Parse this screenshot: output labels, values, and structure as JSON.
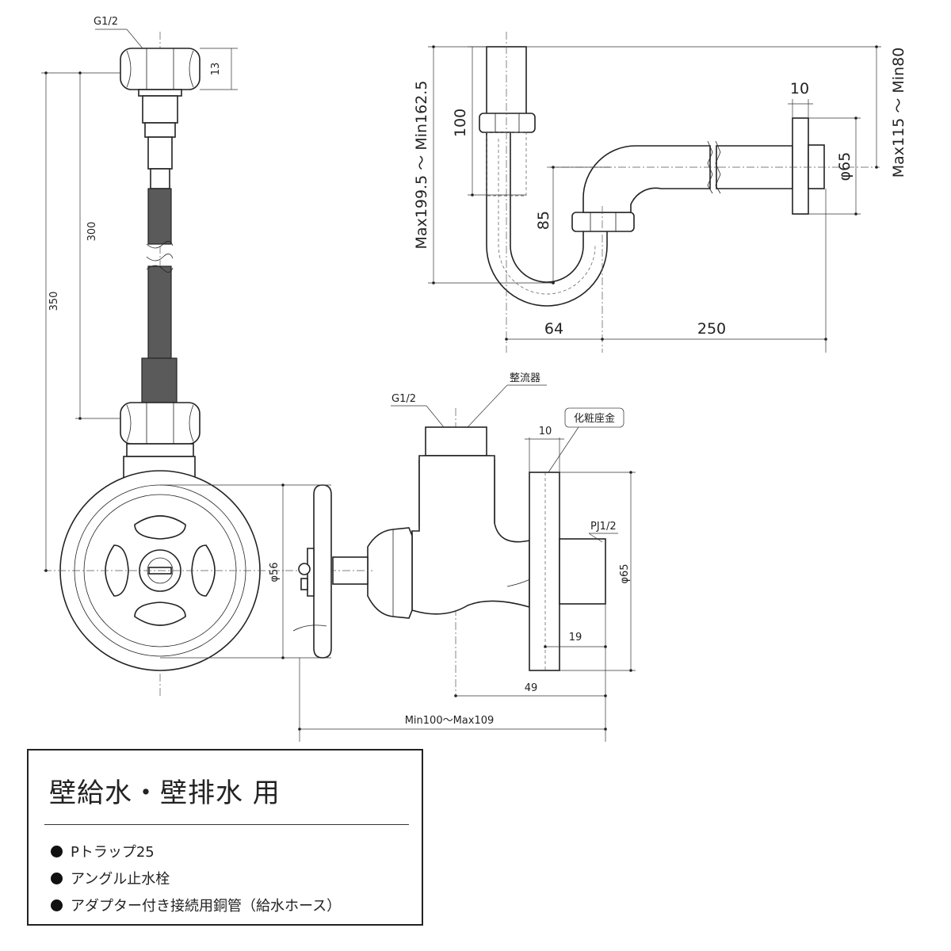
{
  "legend": {
    "title": "壁給水・壁排水 用",
    "items": [
      {
        "label": "Pトラップ25"
      },
      {
        "label": "アングル止水栓"
      },
      {
        "label": "アダプター付き接続用銅管（給水ホース）"
      }
    ]
  },
  "supply_view": {
    "thread_label": "G1/2",
    "nut_height": "13",
    "hose_length": "300",
    "total_length": "350"
  },
  "trap_view": {
    "overall_height": "Max199.5 ～ Min162.5",
    "pipe_length": "100",
    "trap_depth": "85",
    "flange_thickness": "10",
    "flange_dia": "φ65",
    "wall_height": "Max115 ～ Min80",
    "width_a": "64",
    "width_b": "250"
  },
  "valve_view": {
    "inlet_thread": "G1/2",
    "aerator_tag": "整流器",
    "escutcheon_tag": "化粧座金",
    "escutcheon_thickness": "10",
    "outlet_thread": "PJ1/2",
    "handle_dia": "φ56",
    "escutcheon_dia": "φ65",
    "depth_a": "19",
    "depth_b": "49",
    "projection": "Min100～Max109"
  }
}
